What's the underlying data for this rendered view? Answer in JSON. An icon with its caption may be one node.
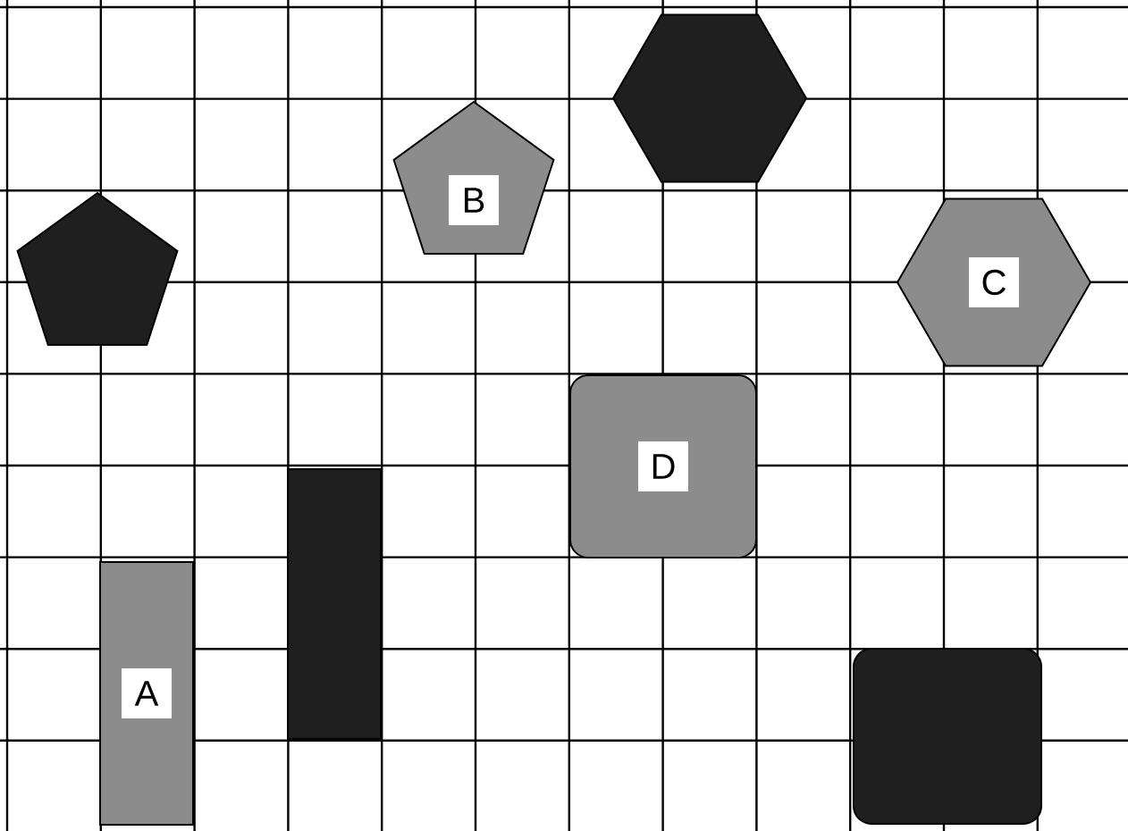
{
  "diagram": {
    "nodes": [
      {
        "text": [],
        "shape": "hexagon"
      },
      {
        "text": [
          "B"
        ]
      },
      {
        "text": [],
        "shape": "pentagon"
      },
      {
        "text": [
          "C"
        ]
      },
      {
        "text": [
          "D"
        ]
      },
      {
        "text": [],
        "shape": "box"
      },
      {
        "text": [
          "A"
        ]
      },
      {
        "text": [],
        "shape": "box"
      }
    ]
  }
}
